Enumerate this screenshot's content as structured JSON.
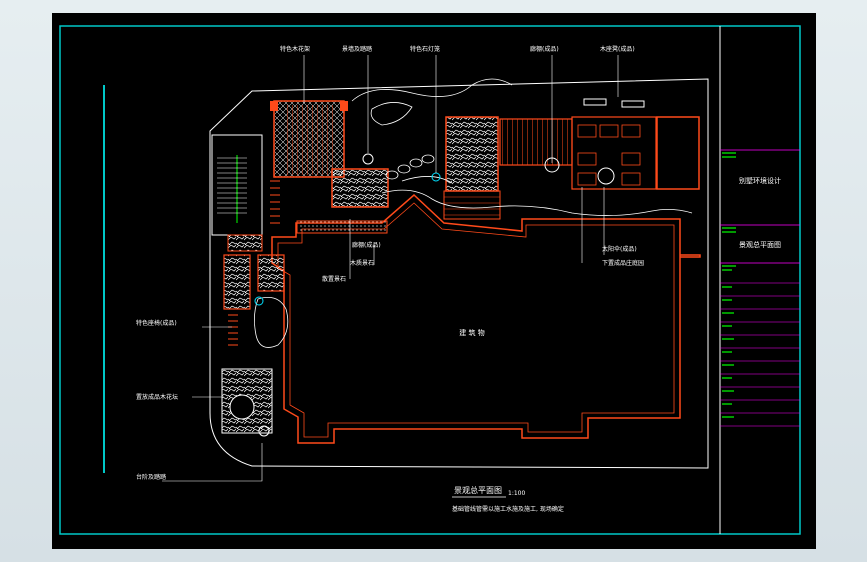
{
  "drawing": {
    "title": "景观总平面图",
    "scale": "1:100",
    "note": "基础管线管需以施工水施及施工, 现场确定",
    "building_label": "建 筑 物",
    "labels": {
      "bamboo_pergola": "特色木花架",
      "wood_platform": "景墙及踏踏",
      "feature_light": "特色石灯笼",
      "pergola_top": "廊棚(成品)",
      "bench": "木座凳(成品)",
      "pavilion": "廊棚(成品)",
      "water_feature": "木质景石",
      "path_stone": "散置景石",
      "sun_umbrella": "太阳伞(成品)",
      "sunken_area": "下置成品庄庭园",
      "feature_chair": "特色座椅(成品)",
      "planter": "置放成品木花坛",
      "steps": "台阶及踏踏"
    },
    "title_block": {
      "project": "别墅环境设计",
      "sheet": "景观总平面图"
    }
  },
  "colors": {
    "frame": "#00c8c8",
    "structure": "#ff4a1a",
    "plan": "#ffffff",
    "annotation": "#ffffff",
    "title_text": "#00ff00",
    "title_lines": "#ff00ff",
    "planting": "#00e0ff"
  }
}
